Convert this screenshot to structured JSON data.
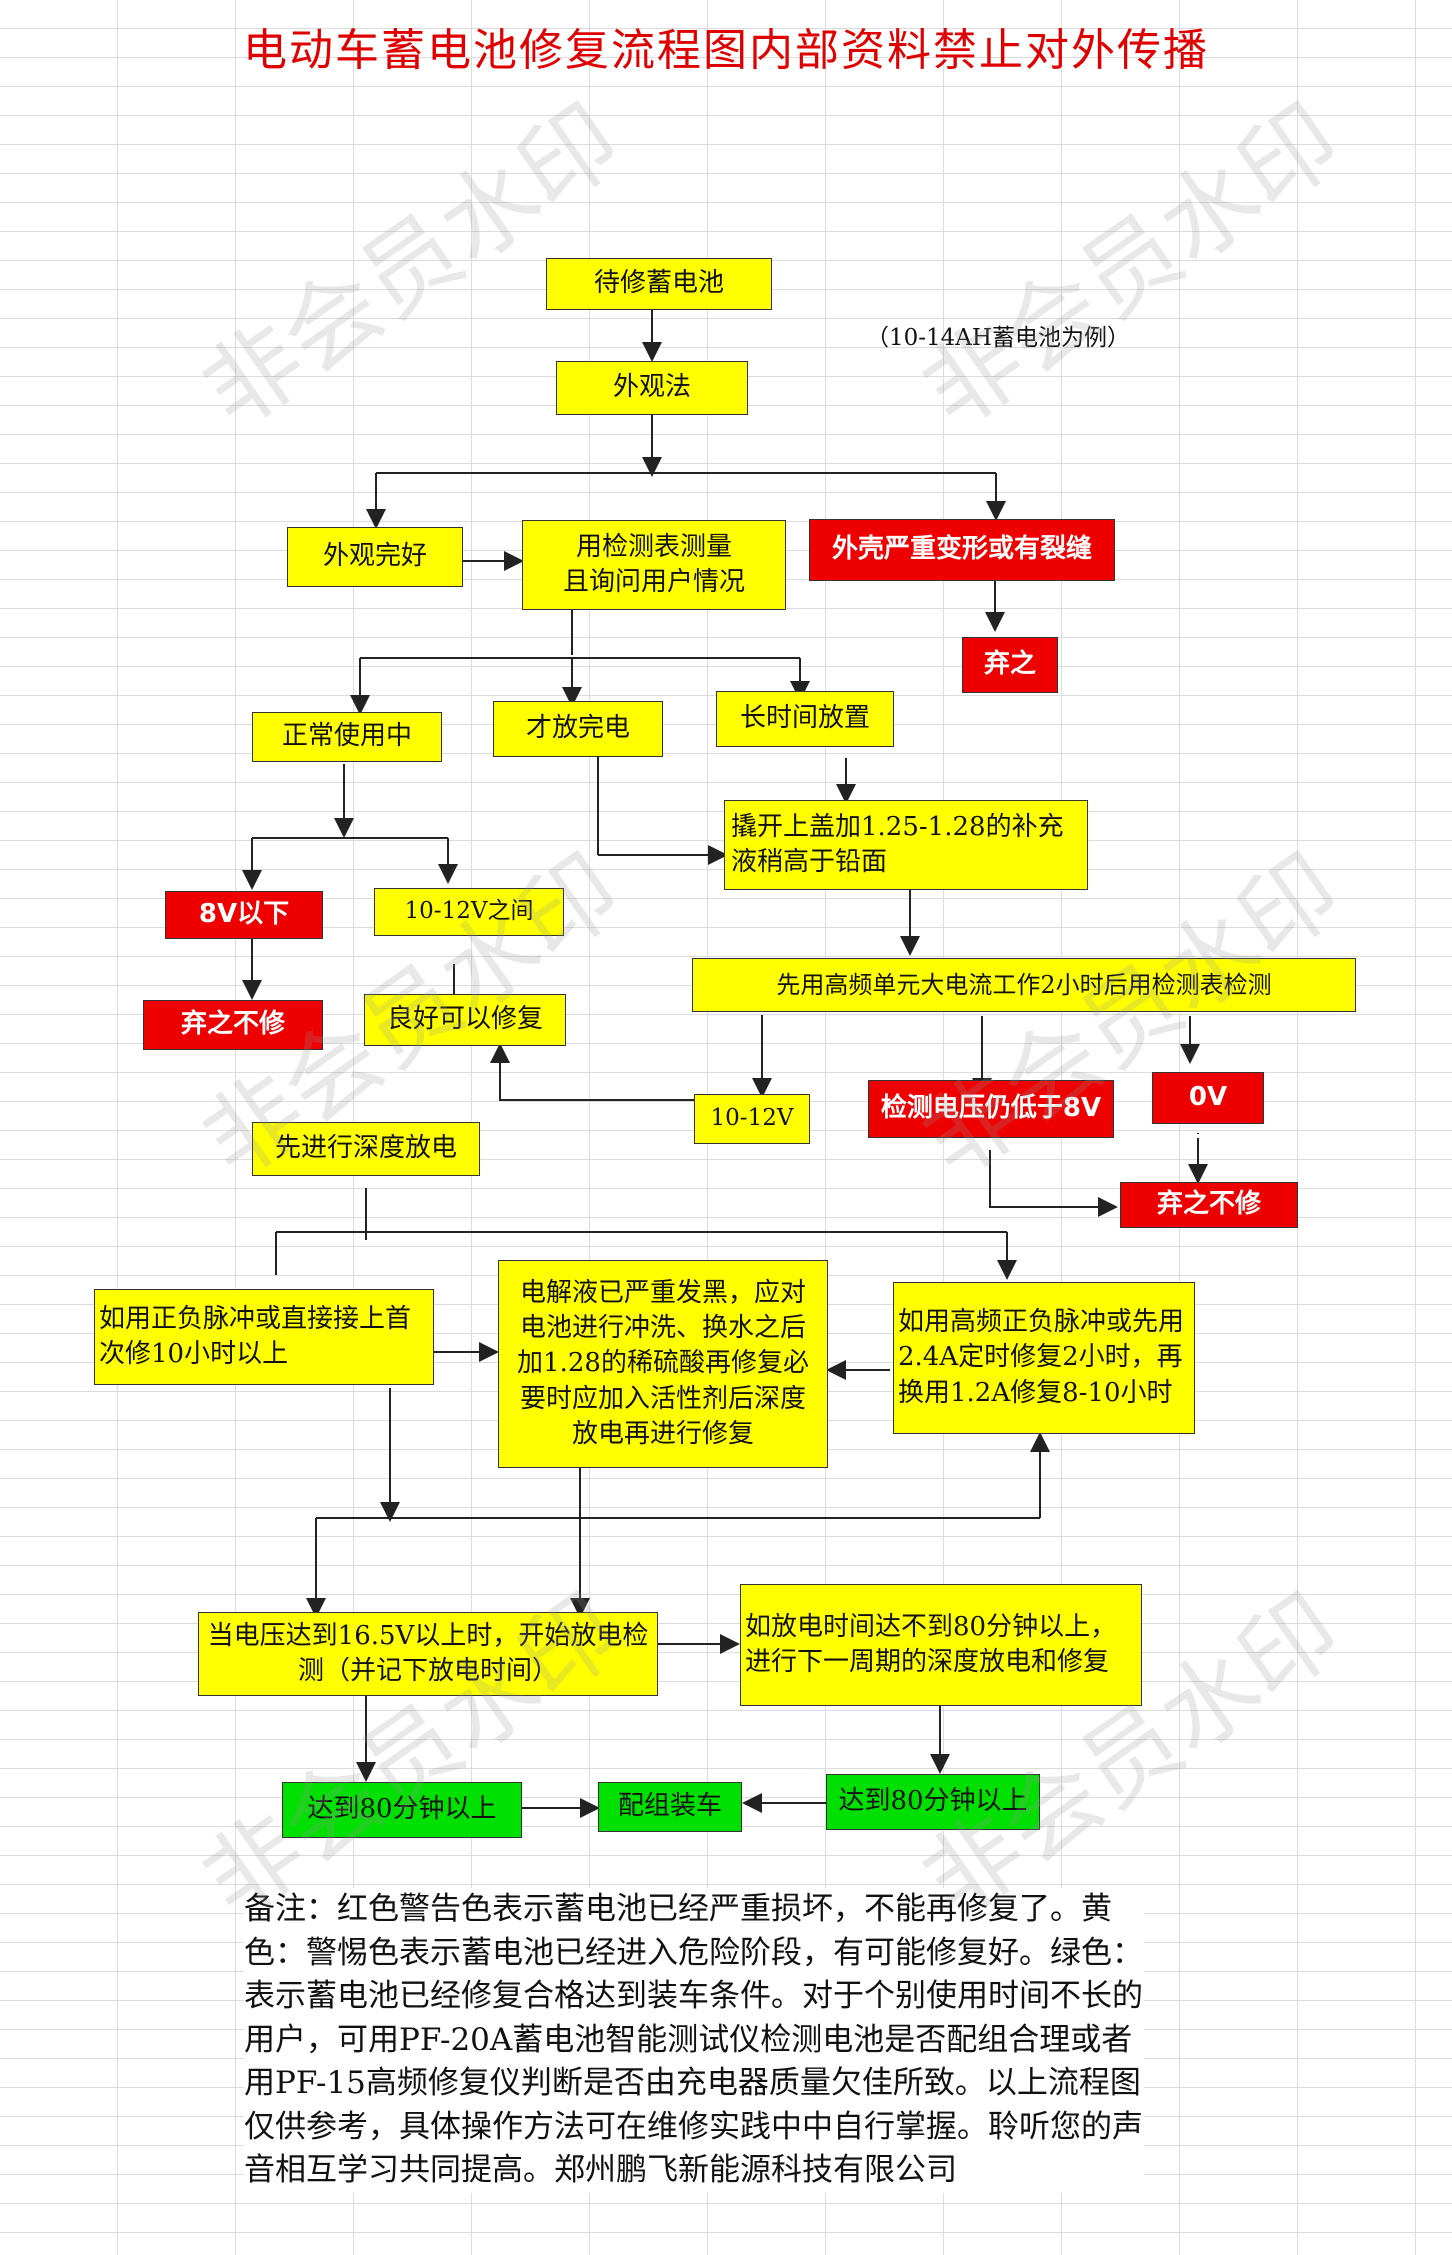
{
  "title": "电动车蓄电池修复流程图内部资料禁止对外传播",
  "example_note": "（10-14AH蓄电池为例）",
  "watermark": "非会员水印",
  "nodes": {
    "start": "待修蓄电池",
    "appearance": "外观法",
    "appearance_ok": "外观完好",
    "measure": "用检测表测量\n且询问用户情况",
    "shell_damaged": "外壳严重变形或有裂缝",
    "discard": "弃之",
    "normal_use": "正常使用中",
    "just_discharged": "才放完电",
    "long_storage": "长时间放置",
    "add_fluid": "撬开上盖加1.25-1.28的补充\n液稍高于铅面",
    "below_8v": "8V以下",
    "v10_12": "10-12V之间",
    "discard_no_repair_1": "弃之不修",
    "good_repairable": "良好可以修复",
    "high_freq_charge": "先用高频单元大电流工作2小时后用检测表检测",
    "v10_12_b": "10-12V",
    "still_below_8v": "检测电压仍低于8V",
    "zero_v": "0V",
    "discard_no_repair_2": "弃之不修",
    "deep_discharge_first": "先进行深度放电",
    "pulse_repair": " 如用正负脉冲或直接接上首\n次修10小时以上",
    "electrolyte_black": "电解液已严重发黑，应对\n电池进行冲洗、换水之后\n加1.28的稀硫酸再修复必\n要时应加入活性剂后深度\n放电再进行修复",
    "hf_pulse": "如用高频正负脉冲或先用\n2.4A定时修复2小时，再\n换用1.2A修复8-10小时",
    "voltage_16_5": "当电压达到16.5V以上时，开始放电检\n测（并记下放电时间）",
    "under_80": "如放电时间达不到80分钟以上，\n进行下一周期的深度放电和修复",
    "reach_80_a": "达到80分钟以上",
    "assemble": "配组装车",
    "reach_80_b": "达到80分钟以上"
  },
  "remark": "备注：红色警告色表示蓄电池已经严重损坏，不能再修复了。黄色：警惕色表示蓄电池已经进入危险阶段，有可能修复好。绿色：表示蓄电池已经修复合格达到装车条件。对于个别使用时间不长的用户，可用PF-20A蓄电池智能测试仪检测电池是否配组合理或者用PF-15高频修复仪判断是否由充电器质量欠佳所致。以上流程图仅供参考，具体操作方法可在维修实践中中自行掌握。聆听您的声音相互学习共同提高。郑州鹏飞新能源科技有限公司",
  "colors": {
    "yellow": "#ffff00",
    "red": "#ee0000",
    "green": "#00e000",
    "title": "#e00000"
  }
}
